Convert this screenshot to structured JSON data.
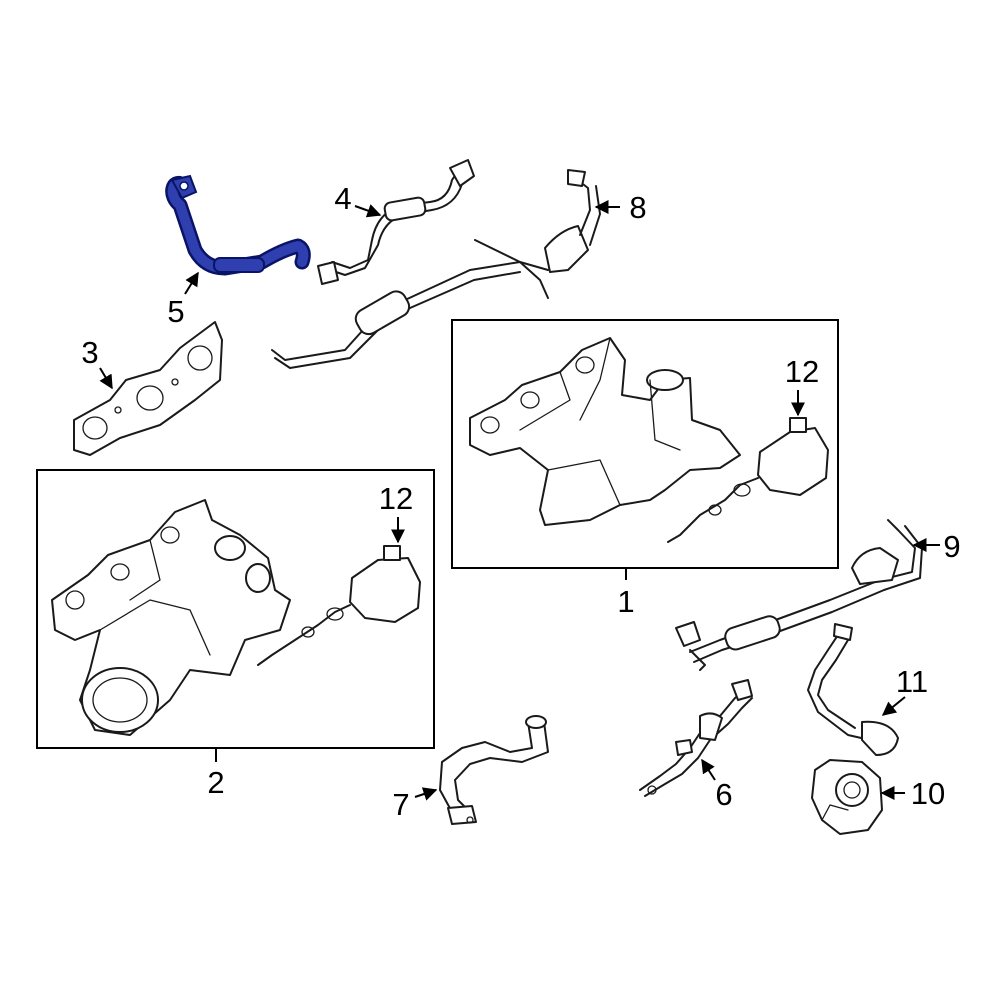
{
  "callouts": {
    "c1": "1",
    "c2": "2",
    "c3": "3",
    "c4": "4",
    "c5": "5",
    "c6": "6",
    "c7": "7",
    "c8": "8",
    "c9": "9",
    "c10": "10",
    "c11": "11",
    "c12a": "12",
    "c12b": "12"
  },
  "colors": {
    "highlight_fill": "#2f3fb0",
    "highlight_stroke": "#0a1466",
    "line": "#1a1a1a",
    "background": "#ffffff"
  },
  "highlighted_part": "5"
}
